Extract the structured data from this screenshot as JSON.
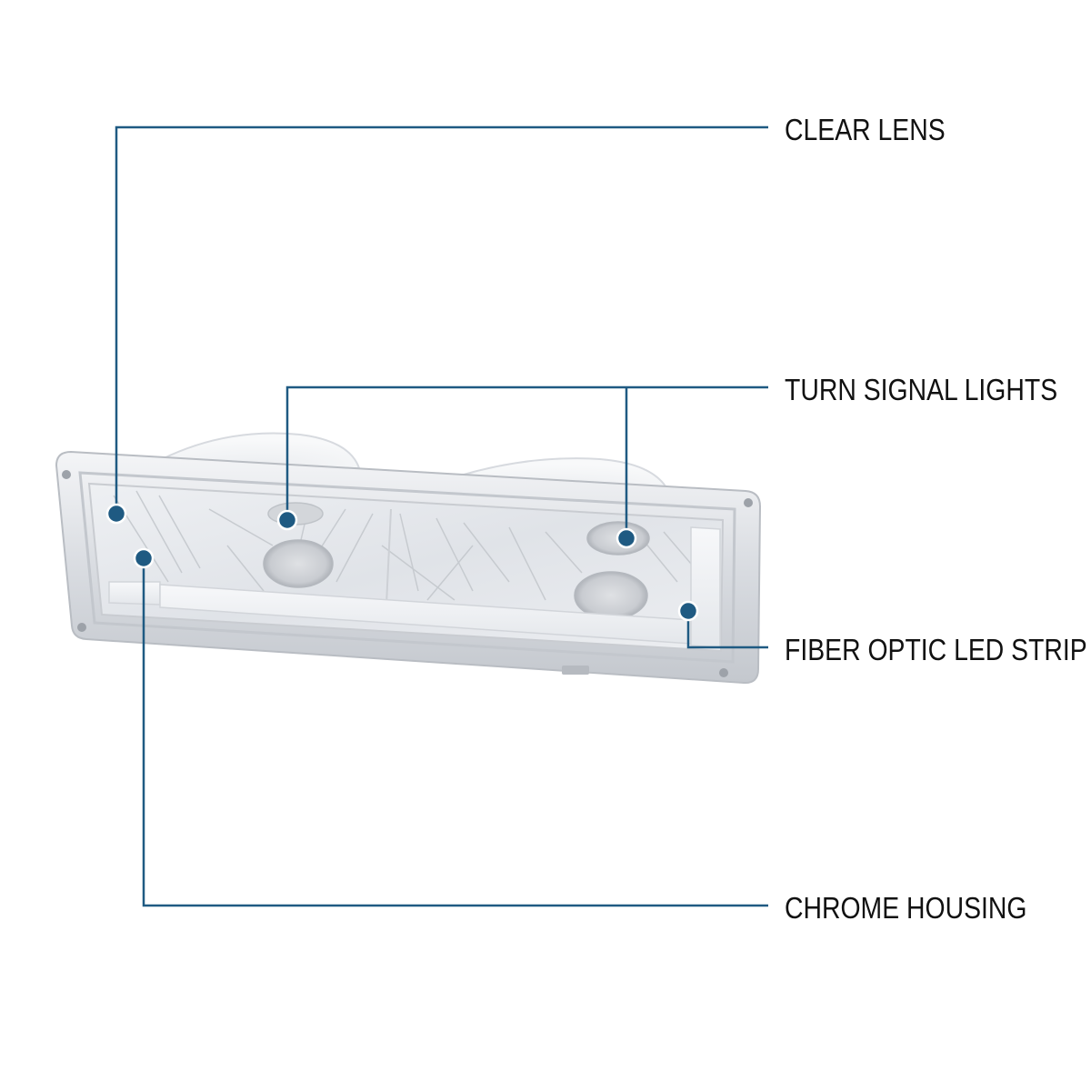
{
  "diagram": {
    "accent_color": "#1f5a82",
    "labels": {
      "clear_lens": "CLEAR LENS",
      "turn_signal_lights": "TURN SIGNAL LIGHTS",
      "fiber_optic_led_strip": "FIBER OPTIC LED STRIP",
      "chrome_housing": "CHROME HOUSING"
    },
    "product": {
      "image_subject": "clear-chrome-bumper-signal-light"
    }
  }
}
